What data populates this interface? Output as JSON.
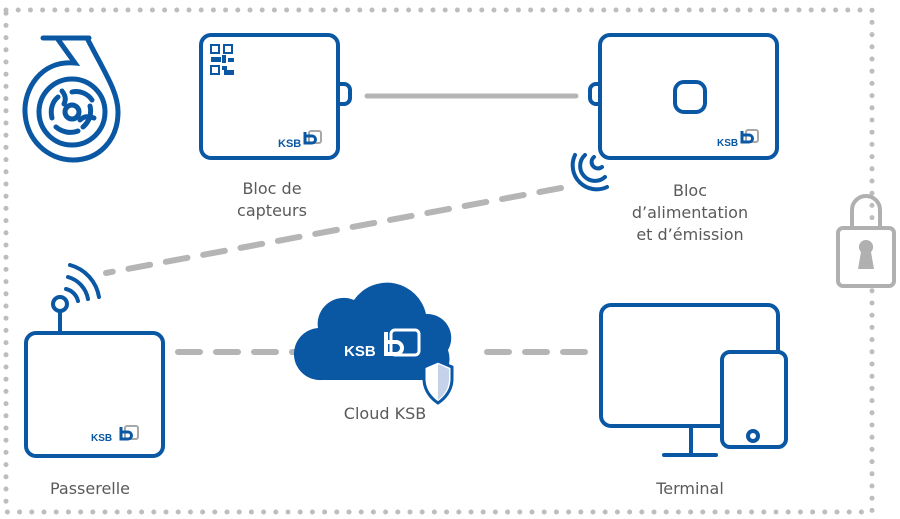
{
  "diagram": {
    "brand": "KSB",
    "colors": {
      "primary_blue": "#0a57a4",
      "connector_gray": "#b5b5b5",
      "border_dots": "#bdbdbd",
      "label_text": "#5a5a5a",
      "shield_light": "#c5d3ea"
    },
    "nodes": {
      "pump": {
        "icon": "pump-impeller-icon"
      },
      "sensor_block": {
        "label_line1": "Bloc de",
        "label_line2": "capteurs",
        "icon": "qr-code-icon",
        "logo": "KSB"
      },
      "power_block": {
        "label_line1": "Bloc",
        "label_line2": "d’alimentation",
        "label_line3": "et d’émission",
        "icon": "button-icon",
        "logo": "KSB"
      },
      "gateway": {
        "label": "Passerelle",
        "icon": "antenna-wifi-icon",
        "logo": "KSB"
      },
      "cloud": {
        "label": "Cloud KSB",
        "logo": "KSB",
        "icon": "shield-icon"
      },
      "terminal": {
        "label": "Terminal",
        "icon": "monitor-tablet-icon"
      },
      "security": {
        "icon": "padlock-icon"
      }
    },
    "connections": [
      {
        "from": "sensor_block",
        "to": "power_block",
        "style": "solid"
      },
      {
        "from": "power_block",
        "to": "gateway",
        "style": "dashed-wireless"
      },
      {
        "from": "gateway",
        "to": "cloud",
        "style": "dashed"
      },
      {
        "from": "cloud",
        "to": "terminal",
        "style": "dashed"
      }
    ]
  }
}
